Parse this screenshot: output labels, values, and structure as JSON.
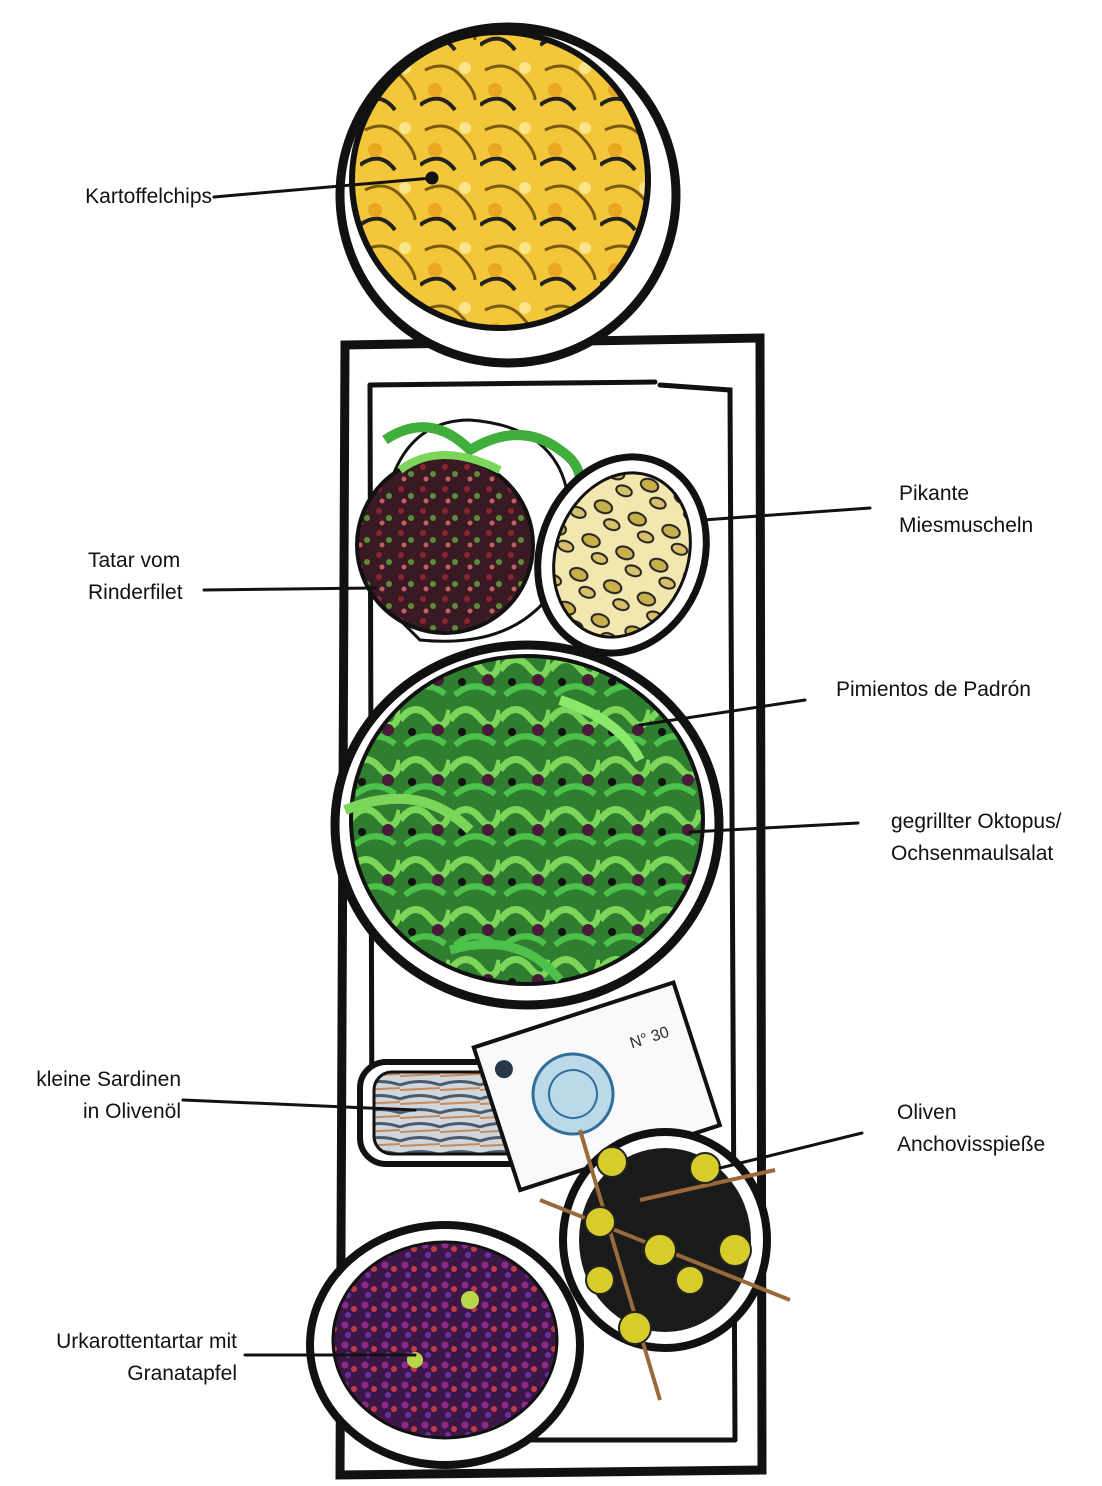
{
  "labels": {
    "kartoffelchips": [
      "Kartoffelchips"
    ],
    "miesmuscheln": [
      "Pikante",
      "Miesmuscheln"
    ],
    "tatar": [
      "Tatar vom",
      "Rinderfilet"
    ],
    "pimientos": [
      "Pimientos de Padrón"
    ],
    "oktopus": [
      "gegrillter Oktopus/",
      "Ochsenmaulsalat"
    ],
    "sardinen": [
      "kleine Sardinen",
      "in Olivenöl"
    ],
    "oliven": [
      "Oliven",
      "Anchovisspieße"
    ],
    "urkarotten": [
      "Urkarottentartar mit",
      "Granatapfel"
    ]
  },
  "tin_text": "N° 30",
  "colors": {
    "ink": "#111111",
    "chips": "#f2c12e",
    "greens": "#3fae3a",
    "mussels": "#d9c46a",
    "carrot": "#6a1f5e",
    "olive": "#d6cc2a",
    "tin_blue": "#bcd9ea"
  }
}
